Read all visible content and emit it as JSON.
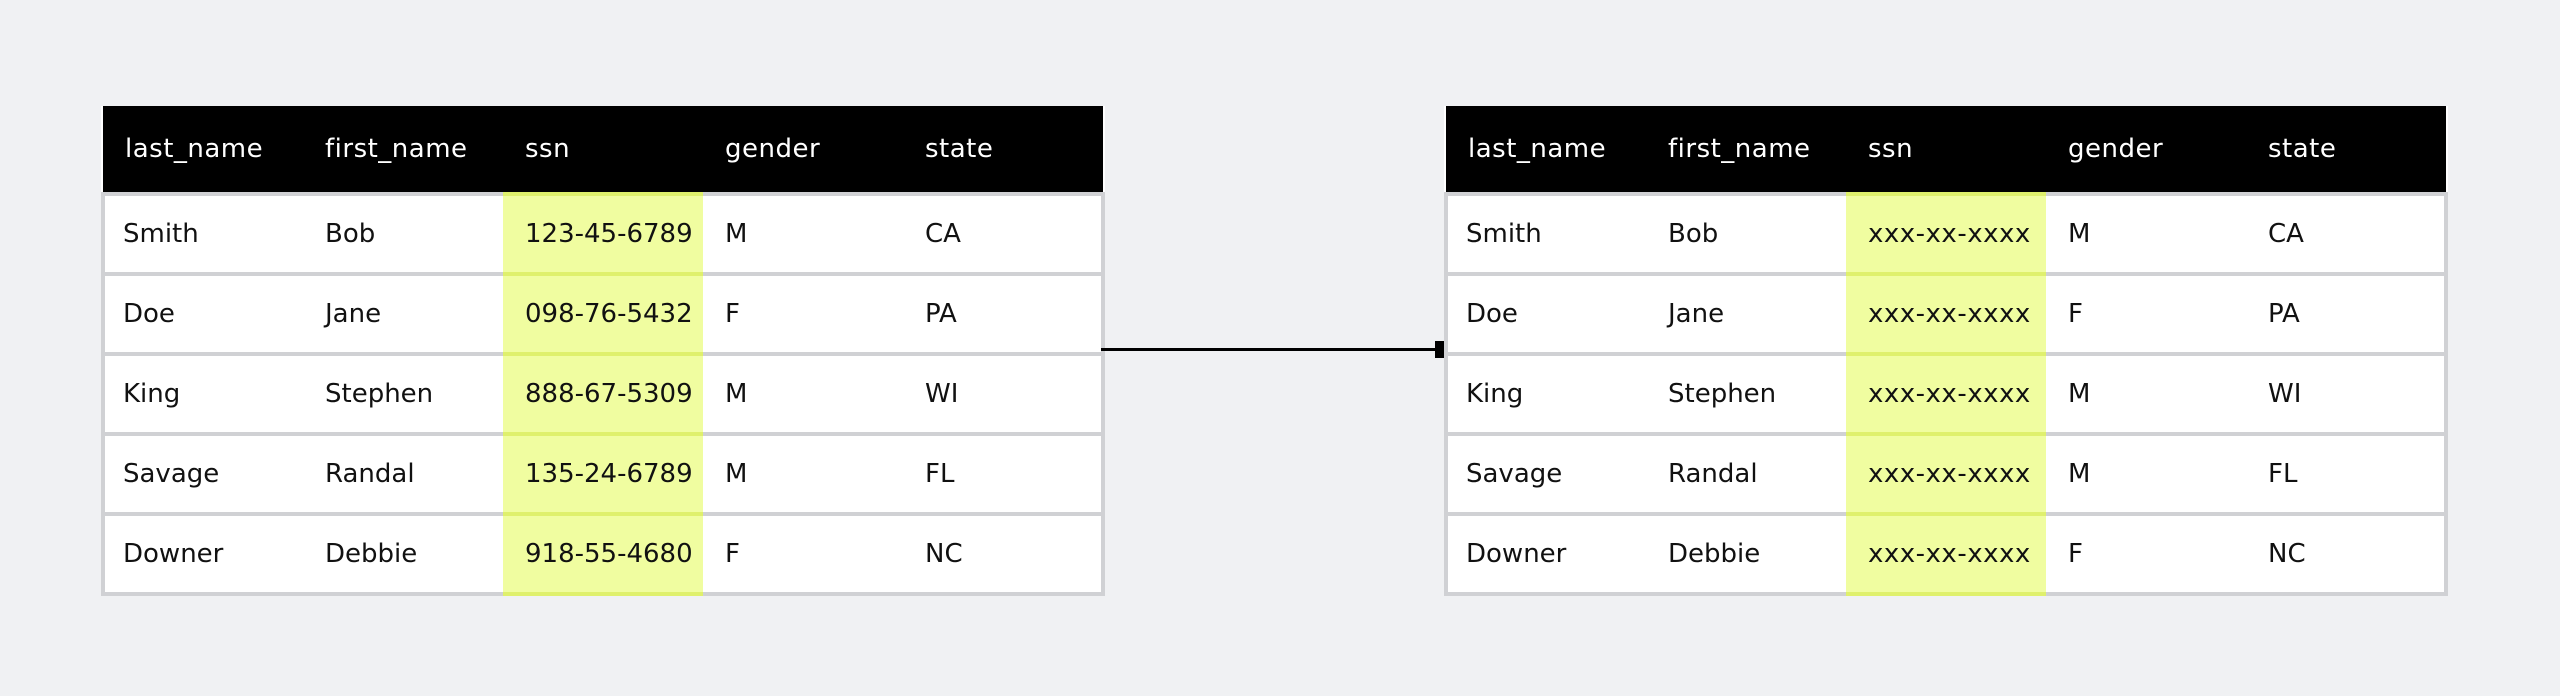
{
  "columns": [
    "last_name",
    "first_name",
    "ssn",
    "gender",
    "state"
  ],
  "source_table": {
    "rows": [
      [
        "Smith",
        "Bob",
        "123-45-6789",
        "M",
        "CA"
      ],
      [
        "Doe",
        "Jane",
        "098-76-5432",
        "F",
        "PA"
      ],
      [
        "King",
        "Stephen",
        "888-67-5309",
        "M",
        "WI"
      ],
      [
        "Savage",
        "Randal",
        "135-24-6789",
        "M",
        "FL"
      ],
      [
        "Downer",
        "Debbie",
        "918-55-4680",
        "F",
        "NC"
      ]
    ]
  },
  "masked_table": {
    "rows": [
      [
        "Smith",
        "Bob",
        "xxx-xx-xxxx",
        "M",
        "CA"
      ],
      [
        "Doe",
        "Jane",
        "xxx-xx-xxxx",
        "F",
        "PA"
      ],
      [
        "King",
        "Stephen",
        "xxx-xx-xxxx",
        "M",
        "WI"
      ],
      [
        "Savage",
        "Randal",
        "xxx-xx-xxxx",
        "M",
        "FL"
      ],
      [
        "Downer",
        "Debbie",
        "xxx-xx-xxxx",
        "F",
        "NC"
      ]
    ]
  },
  "colors": {
    "background": "#f0f1f3",
    "header": "#000000",
    "highlight": "#f0fda0",
    "highlight_border": "#dff06c",
    "grid": "#d0d1d4"
  }
}
